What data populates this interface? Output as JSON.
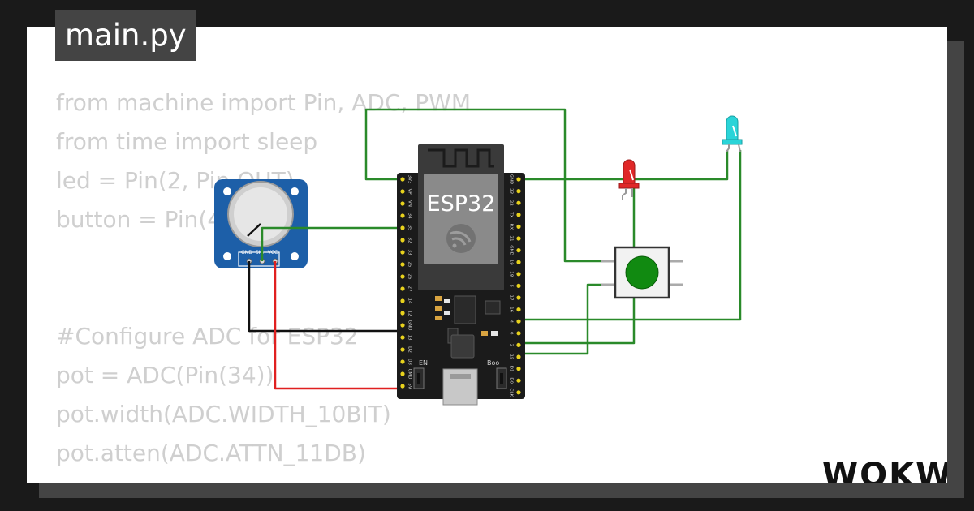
{
  "file_tab": {
    "label": "main.py"
  },
  "code_lines": [
    "from machine import Pin, ADC, PWM",
    "from time import sleep",
    "led = Pin(2, Pin.OUT)",
    "button = Pin(4, Pin.IN)",
    "",
    "",
    "#Configure ADC for ESP32",
    "pot = ADC(Pin(34))",
    "pot.width(ADC.WIDTH_10BIT)",
    "pot.atten(ADC.ATTN_11DB)"
  ],
  "board": {
    "label": "ESP32",
    "button_en": "EN",
    "button_boot": "Boo",
    "left_pins": [
      "3V3",
      "VP",
      "VN",
      "34",
      "35",
      "32",
      "33",
      "25",
      "26",
      "27",
      "14",
      "12",
      "GND",
      "13",
      "D2",
      "D3",
      "CMD",
      "5V"
    ],
    "right_pins": [
      "GND",
      "23",
      "22",
      "TX",
      "RX",
      "21",
      "GND",
      "19",
      "18",
      "5",
      "17",
      "16",
      "4",
      "0",
      "2",
      "15",
      "D1",
      "D0",
      "CLK"
    ]
  },
  "potentiometer": {
    "pins": [
      "GND",
      "SIG",
      "VCC"
    ]
  },
  "logo": {
    "text": "WOKWi"
  },
  "colors": {
    "wire_green": "#2a8a2a",
    "wire_red": "#e02020",
    "wire_black": "#111111",
    "led_red": "#e02828",
    "led_cyan": "#2ad4d8",
    "board": "#1b1b1b",
    "pot_blue": "#1d5fa8",
    "button_cap": "#118a11"
  }
}
